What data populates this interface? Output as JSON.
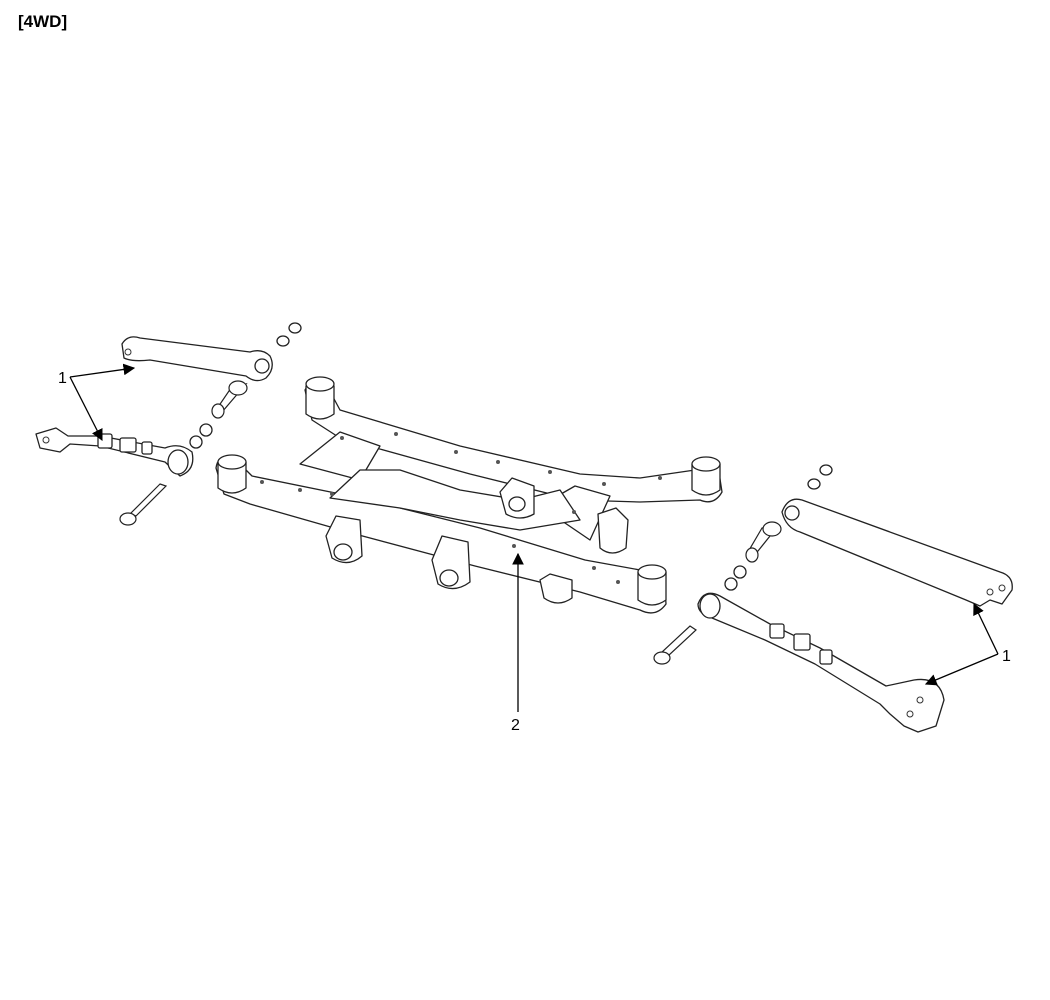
{
  "header": {
    "title": "[4WD]"
  },
  "callouts": {
    "left_arms": "1",
    "right_arms": "1",
    "crossmember": "2"
  }
}
